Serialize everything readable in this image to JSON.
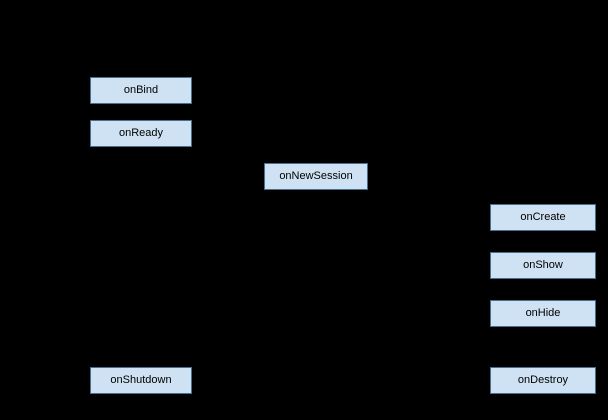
{
  "diagram": {
    "type": "lifecycle-flow",
    "nodes": [
      {
        "id": "onBind",
        "label": "onBind"
      },
      {
        "id": "onReady",
        "label": "onReady"
      },
      {
        "id": "onNewSession",
        "label": "onNewSession"
      },
      {
        "id": "onCreate",
        "label": "onCreate"
      },
      {
        "id": "onShow",
        "label": "onShow"
      },
      {
        "id": "onHide",
        "label": "onHide"
      },
      {
        "id": "onShutdown",
        "label": "onShutdown"
      },
      {
        "id": "onDestroy",
        "label": "onDestroy"
      }
    ]
  },
  "colors": {
    "background": "#000000",
    "node_fill": "#cfe2f3",
    "node_border": "#46708e",
    "node_text": "#000000"
  }
}
